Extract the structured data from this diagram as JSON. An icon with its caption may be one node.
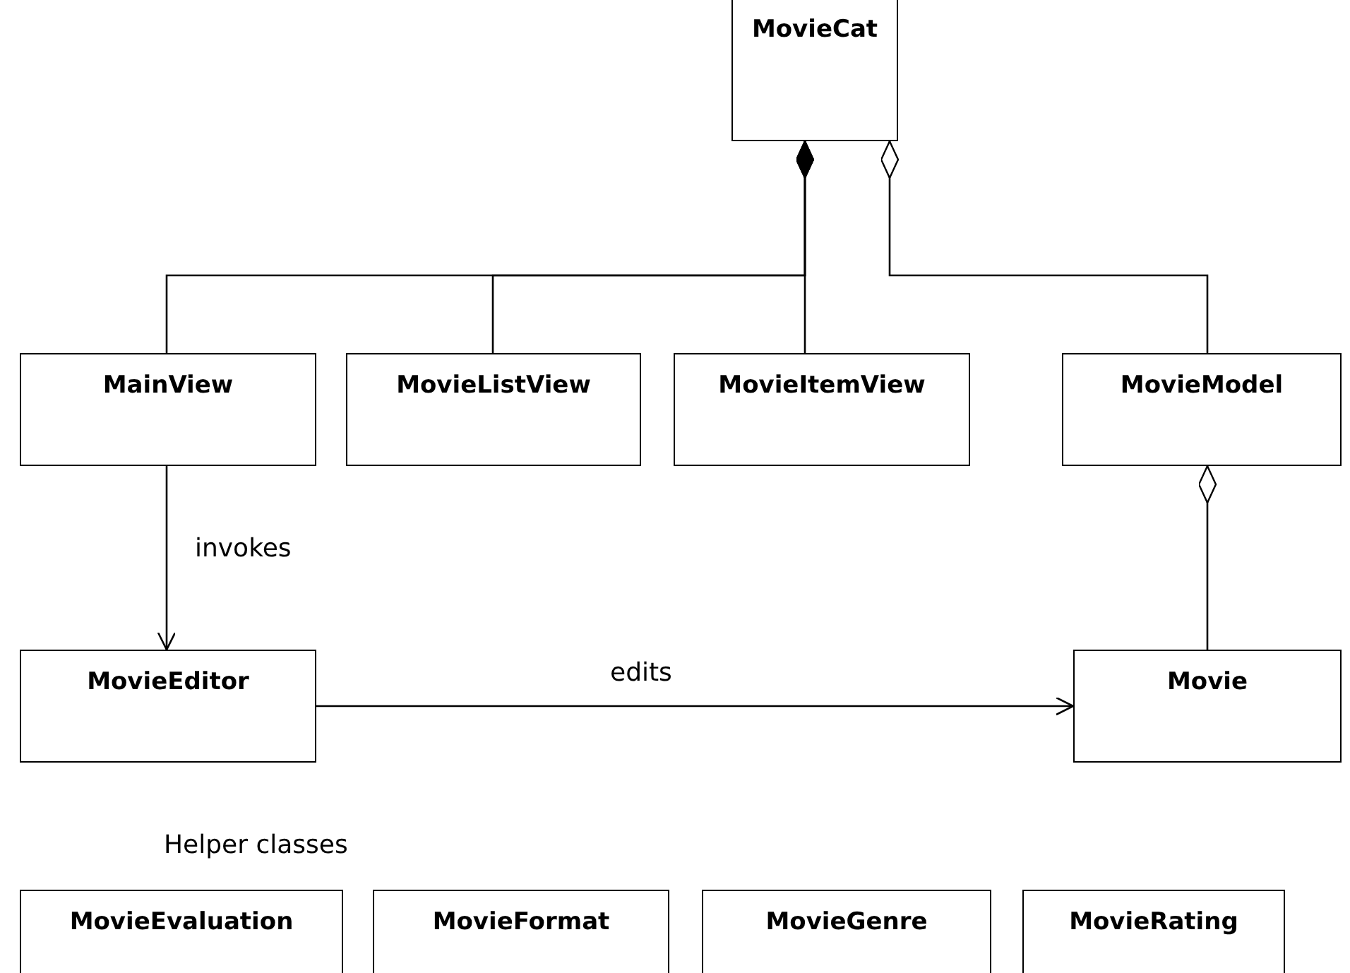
{
  "diagram": {
    "nodes": [
      {
        "text": [
          "MovieCat"
        ]
      },
      {
        "text": [
          "MainView"
        ]
      },
      {
        "text": [
          "MovieListView"
        ]
      },
      {
        "text": [
          "MovieItemView"
        ]
      },
      {
        "text": [
          "MovieModel"
        ]
      },
      {
        "text": [
          "MovieEditor"
        ]
      },
      {
        "text": [
          "Movie"
        ]
      },
      {
        "text": [
          "MovieEvaluation"
        ]
      },
      {
        "text": [
          "MovieFormat"
        ]
      },
      {
        "text": [
          "MovieGenre"
        ]
      },
      {
        "text": [
          "MovieRating"
        ]
      }
    ],
    "edges": [
      {
        "from": 0,
        "to": 1,
        "arrow": "other"
      },
      {
        "from": 0,
        "to": 2,
        "arrow": "other"
      },
      {
        "from": 0,
        "to": 3,
        "arrow": "other"
      },
      {
        "from": 0,
        "to": 4,
        "arrow": "other"
      },
      {
        "from": 4,
        "to": 6,
        "arrow": "other"
      },
      {
        "from": 1,
        "to": 5,
        "arrow": "to",
        "label": "invokes"
      },
      {
        "from": 5,
        "to": 6,
        "arrow": "to",
        "label": "edits"
      }
    ],
    "labels": [
      "Helper classes"
    ]
  }
}
